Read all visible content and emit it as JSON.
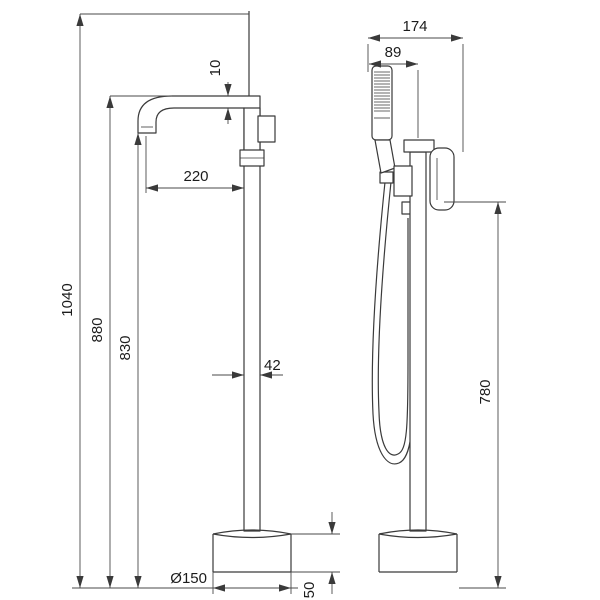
{
  "drawing": {
    "subject": "Freestanding bathtub faucet with hand shower - dimensioned technical drawing",
    "colors": {
      "line": "#3a3a3a",
      "dimension_line": "#4a4a4a",
      "text": "#1c1c1c",
      "background": "#ffffff"
    },
    "views": {
      "front": {
        "label": "front-view",
        "dims": {
          "total_height": "1040",
          "spout_height": "880",
          "outlet_height": "830",
          "spout_reach": "220",
          "spout_tube": "10",
          "column_width": "42",
          "base_diameter": "Ø150",
          "base_height": "50"
        }
      },
      "side": {
        "label": "side-view",
        "dims": {
          "overall_depth": "174",
          "handshower_offset": "89",
          "hose_height": "780"
        }
      }
    }
  }
}
